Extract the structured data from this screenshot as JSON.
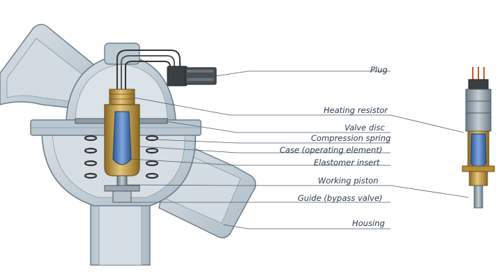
{
  "labels": {
    "plug": "Plug",
    "heating_resistor": "Heating resistor",
    "valve_disc": "Valve disc",
    "compression_spring": "Compression spring",
    "case": "Case (operating element)",
    "elastomer_insert": "Elastomer insert",
    "working_piston": "Working piston",
    "guide": "Guide (bypass valve)",
    "housing": "Housing"
  },
  "colors": {
    "housing_fill": "#c9d3da",
    "housing_shade": "#aebcc6",
    "housing_edge": "#6d7e8b",
    "brass": "#c9a24a",
    "brass_dark": "#8a6a22",
    "elastomer": "#3d6fb5",
    "elastomer_light": "#7fa6dc",
    "leader": "#4a5a68",
    "text": "#2b3a48"
  }
}
